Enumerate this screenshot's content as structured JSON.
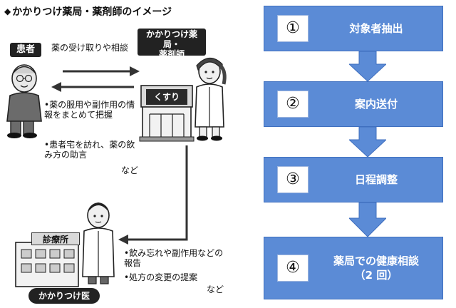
{
  "illustration": {
    "title": "かかりつけ薬局・薬剤師のイメージ",
    "patient_label": "患者",
    "pharmacy_label_line1": "かかりつけ薬局・",
    "pharmacy_label_line2": "薬剤師",
    "pharmacy_sign": "くすり",
    "clinic_sign": "診療所",
    "doctor_label": "かかりつけ医",
    "patient_to_pharmacy_text": "薬の受け取りや相談",
    "pharmacy_to_patient": {
      "item1": "•薬の服用や副作用の情報をまとめて把握",
      "item2": "•患者宅を訪れ、薬の飲み方の助言",
      "suffix": "など"
    },
    "pharmacy_to_doctor": {
      "item1": "•飲み忘れや副作用などの報告",
      "item2": "•処方の変更の提案",
      "suffix": "など"
    }
  },
  "flow": {
    "steps": [
      {
        "number": "①",
        "label": "対象者抽出",
        "sub": ""
      },
      {
        "number": "②",
        "label": "案内送付",
        "sub": ""
      },
      {
        "number": "③",
        "label": "日程調整",
        "sub": ""
      },
      {
        "number": "④",
        "label": "薬局での健康相談",
        "sub": "（2 回）"
      }
    ]
  },
  "colors": {
    "step_fill": "#5b8bd6",
    "step_border": "#3f6fbf",
    "label_fill": "#222222"
  }
}
